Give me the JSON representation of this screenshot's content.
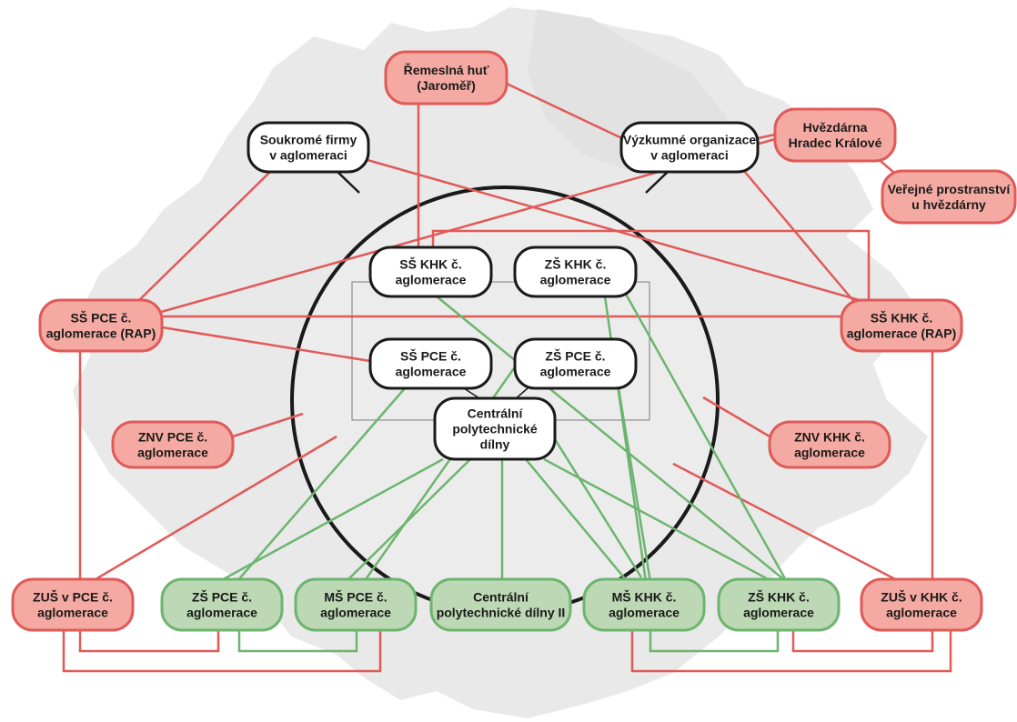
{
  "colors": {
    "red_fill": "#f4aaa2",
    "red_stroke": "#e05a58",
    "green_fill": "#bcd8b4",
    "green_stroke": "#6db56f",
    "white_fill": "#ffffff",
    "black_stroke": "#1a1a1a",
    "map_background": "#e8e8e8",
    "gray_rect": "#7a7a7a"
  },
  "nodes": [
    {
      "id": "remeslna",
      "lines": [
        "Řemeslná huť",
        "(Jaroměř)"
      ],
      "style": "red"
    },
    {
      "id": "hvezdarna",
      "lines": [
        "Hvězdárna",
        "Hradec Králové"
      ],
      "style": "red"
    },
    {
      "id": "verejne",
      "lines": [
        "Veřejné prostranství",
        "u hvězdárny"
      ],
      "style": "red"
    },
    {
      "id": "soukrome",
      "lines": [
        "Soukromé firmy",
        "v aglomeraci"
      ],
      "style": "white"
    },
    {
      "id": "vyzkumne",
      "lines": [
        "Výzkumné organizace",
        "v aglomeraci"
      ],
      "style": "white"
    },
    {
      "id": "ss_khk_in",
      "lines": [
        "SŠ KHK č.",
        "aglomerace"
      ],
      "style": "white"
    },
    {
      "id": "zs_khk_in",
      "lines": [
        "ZŠ KHK č.",
        "aglomerace"
      ],
      "style": "white"
    },
    {
      "id": "ss_pce_in",
      "lines": [
        "SŠ PCE č.",
        "aglomerace"
      ],
      "style": "white"
    },
    {
      "id": "zs_pce_in",
      "lines": [
        "ZŠ PCE č.",
        "aglomerace"
      ],
      "style": "white"
    },
    {
      "id": "centralni",
      "lines": [
        "Centrální",
        "polytechnické",
        "dílny"
      ],
      "style": "white"
    },
    {
      "id": "ss_pce_rap",
      "lines": [
        "SŠ PCE č.",
        "aglomerace (RAP)"
      ],
      "style": "red"
    },
    {
      "id": "ss_khk_rap",
      "lines": [
        "SŠ KHK č.",
        "aglomerace (RAP)"
      ],
      "style": "red"
    },
    {
      "id": "znv_pce",
      "lines": [
        "ZNV PCE č.",
        "aglomerace"
      ],
      "style": "red"
    },
    {
      "id": "znv_khk",
      "lines": [
        "ZNV KHK č.",
        "aglomerace"
      ],
      "style": "red"
    },
    {
      "id": "zus_pce",
      "lines": [
        "ZUŠ v PCE č.",
        "aglomerace"
      ],
      "style": "red"
    },
    {
      "id": "zs_pce_out",
      "lines": [
        "ZŠ PCE č.",
        "aglomerace"
      ],
      "style": "green"
    },
    {
      "id": "ms_pce_out",
      "lines": [
        "MŠ PCE č.",
        "aglomerace"
      ],
      "style": "green"
    },
    {
      "id": "centralni2",
      "lines": [
        "Centrální",
        "polytechnické dílny II"
      ],
      "style": "green"
    },
    {
      "id": "ms_khk_out",
      "lines": [
        "MŠ KHK č.",
        "aglomerace"
      ],
      "style": "green"
    },
    {
      "id": "zs_khk_out",
      "lines": [
        "ZŠ KHK č.",
        "aglomerace"
      ],
      "style": "green"
    },
    {
      "id": "zus_khk",
      "lines": [
        "ZUŠ v KHK č.",
        "aglomerace"
      ],
      "style": "red"
    }
  ]
}
